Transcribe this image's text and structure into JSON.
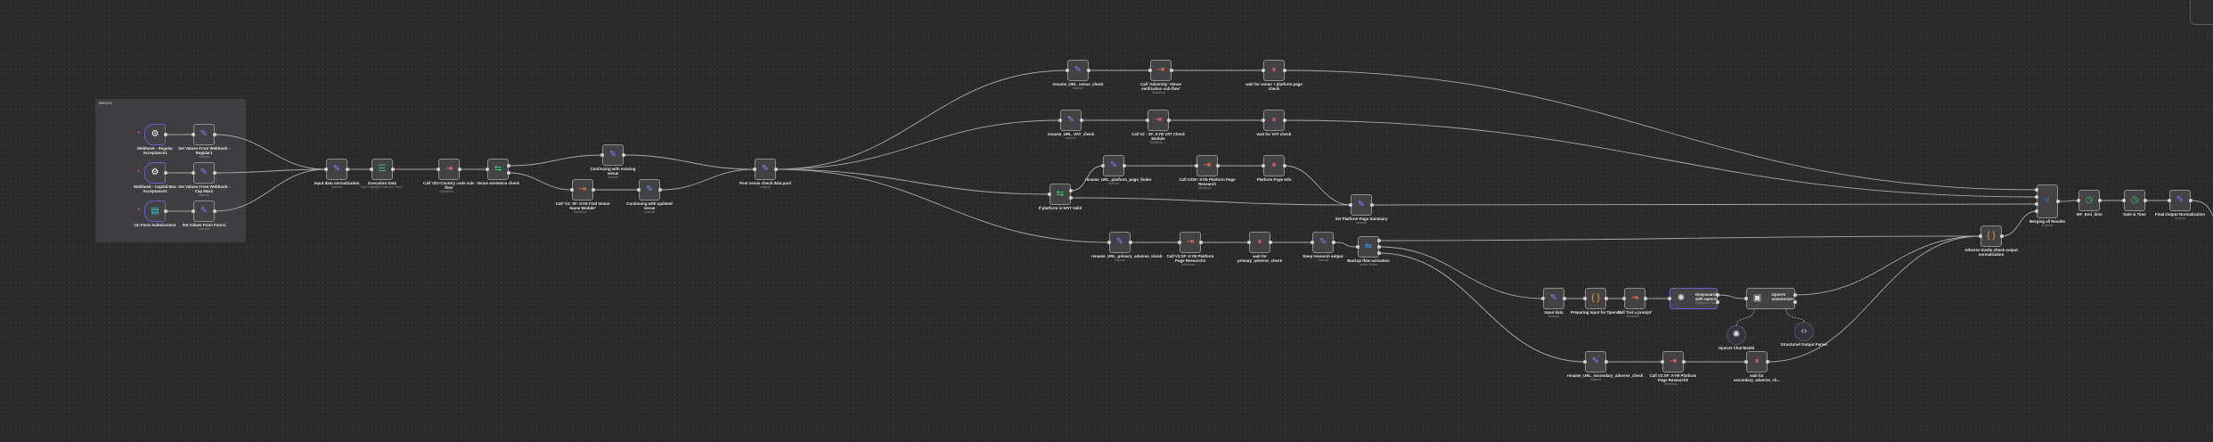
{
  "group": {
    "label": "INPUTS"
  },
  "nodes": {
    "wh1": {
      "label": "Webhook - Regular Acceptance1",
      "icon": "webhook-icon"
    },
    "set1": {
      "label": "Set Values From Webhook - Regular1",
      "sub": "manual",
      "icon": "pencil-icon"
    },
    "wh2": {
      "label": "Webhook - Capital Max Acceptance1",
      "icon": "webhook-icon"
    },
    "set2": {
      "label": "Set Values From Webhook - Cap Max1",
      "sub": "manual",
      "icon": "pencil-icon"
    },
    "form": {
      "label": "On Form Submission1",
      "icon": "form-icon"
    },
    "set3": {
      "label": "Set Values From Form1",
      "sub": "manual",
      "icon": "pencil-icon"
    },
    "norm": {
      "label": "Input data normalization",
      "sub": "manual",
      "icon": "pencil-icon"
    },
    "exec": {
      "label": "Execution Data",
      "sub": "Save Highlight Data (for Sear...",
      "icon": "checklist-icon"
    },
    "iso": {
      "label": "Call 'ISO-Country code sub-flow'",
      "sub": "Workflow: …",
      "icon": "execute-workflow-icon"
    },
    "venue": {
      "label": "Venue existence check",
      "icon": "if-icon"
    },
    "cont_exist": {
      "label": "Continuing with existing venue",
      "sub": "manual",
      "icon": "pencil-icon"
    },
    "call_find": {
      "label": "Call 'V2: SF: KYB Find Venue Name Module'",
      "sub": "Workflow: …",
      "icon": "execute-workflow-icon"
    },
    "cont_upd": {
      "label": "Continuing with updated venue",
      "sub": "manual",
      "icon": "pencil-icon"
    },
    "post": {
      "label": "Post venue check data pool",
      "sub": "manual",
      "icon": "pencil-icon"
    },
    "ren_venue": {
      "label": "rename_URL_venue_check",
      "sub": "manual",
      "icon": "pencil-icon"
    },
    "call_adv": {
      "label": "Call 'Adversity: Venue verification sub-flow'",
      "sub": "Workflow: …",
      "icon": "execute-workflow-icon"
    },
    "wait_venue": {
      "label": "wait for venue + platform page check",
      "icon": "pause-icon"
    },
    "ren_vat": {
      "label": "rename_URL_VAT_check",
      "sub": "manual",
      "icon": "pencil-icon"
    },
    "call_vat": {
      "label": "Call V2 - SF: KYB VAT Check Module",
      "sub": "Workflow: …",
      "icon": "execute-workflow-icon"
    },
    "wait_vat": {
      "label": "wait for VAT check",
      "icon": "pause-icon"
    },
    "if_plat": {
      "label": "If platform is NOT Valid",
      "icon": "if-icon"
    },
    "ren_plat": {
      "label": "rename_URL_platform_page_finder",
      "sub": "manual",
      "icon": "pencil-icon"
    },
    "call_plat": {
      "label": "Call V2SF: KYB Platform Page Research",
      "sub": "Workflow: …",
      "icon": "execute-workflow-icon"
    },
    "plat_info": {
      "label": "Platform Page Info",
      "icon": "pause-icon"
    },
    "set_plat": {
      "label": "Set Platform Page Summary",
      "sub": "manual",
      "icon": "pencil-icon"
    },
    "ren_prim": {
      "label": "rename_URL_primary_adverse_check",
      "sub": "manual",
      "icon": "pencil-icon"
    },
    "call_prim": {
      "label": "Call V2:SF: KYB Platform Page Research3",
      "sub": "Workflow: …",
      "icon": "execute-workflow-icon"
    },
    "wait_prim": {
      "label": "wait for primary_adverse_check",
      "icon": "pause-icon"
    },
    "deep_out": {
      "label": "Deep research output",
      "sub": "manual",
      "icon": "pencil-icon"
    },
    "backup": {
      "label": "Backup flow activation",
      "sub": "mode: Rules",
      "icon": "switch-icon"
    },
    "input_data": {
      "label": "Input data",
      "sub": "manual",
      "icon": "pencil-icon"
    },
    "prep": {
      "label": "Preparing input for OpenAI",
      "icon": "code-icon"
    },
    "get_prompt": {
      "label": "Call 'Get a prompt'",
      "sub": "Workflow: …",
      "icon": "execute-workflow-icon"
    },
    "deepsearch": {
      "label": "Deepsearch with openAI",
      "sub": "Response Text",
      "icon": "openai-icon"
    },
    "summarizer": {
      "label": "OpenAI summarizer",
      "icon": "robot-icon"
    },
    "chat_model": {
      "label": "OpenAI Chat Model",
      "icon": "openai-icon"
    },
    "parser": {
      "label": "Structured Output Parser",
      "icon": "code-brackets-icon"
    },
    "ren_sec": {
      "label": "rename_URL_secondary_adverse_check",
      "sub": "manual",
      "icon": "pencil-icon"
    },
    "call_sec": {
      "label": "Call V2:SF: KYB Platform Page Research2",
      "sub": "Workflow: …",
      "icon": "execute-workflow-icon"
    },
    "wait_sec": {
      "label": "wait for secondary_adverse_ch...",
      "icon": "pause-icon"
    },
    "merge": {
      "label": "Merging all Results",
      "sub": "combine",
      "icon": "merge-icon"
    },
    "end": {
      "label": "WF_End_time",
      "icon": "clock-icon"
    },
    "dt": {
      "label": "Date & Time",
      "icon": "clock-icon"
    },
    "final": {
      "label": "Final Output Normalization",
      "sub": "manual",
      "icon": "pencil-icon"
    },
    "adv_norm": {
      "label": "Adverse media check output normalization",
      "icon": "code-icon"
    }
  },
  "colors": {
    "pencil": "#7f7cf5",
    "execute": "#ff6d5a",
    "wait": "#e05a82",
    "if": "#35c46a",
    "switch": "#3d9bf0",
    "code": "#f59a23",
    "clock": "#35c46a",
    "merge": "#3d9bf0",
    "canvas": "#2a2a2a"
  }
}
